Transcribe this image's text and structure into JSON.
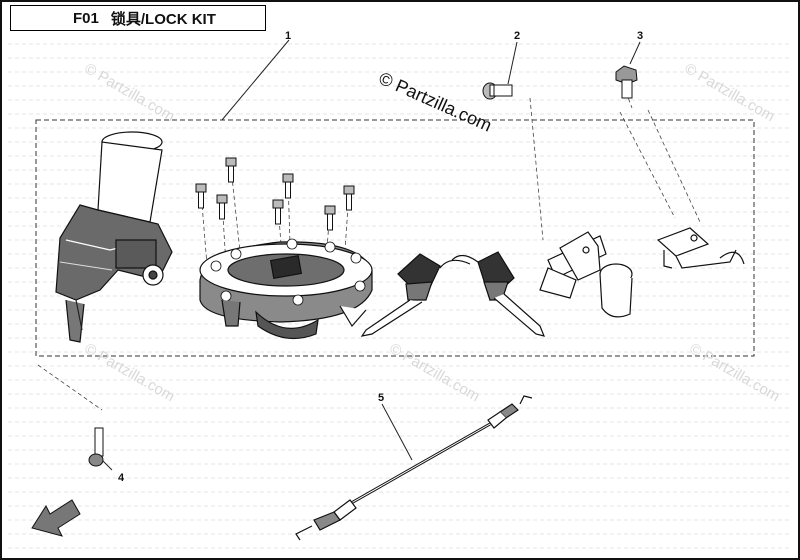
{
  "title": {
    "code": "F01",
    "text": "锁具/LOCK KIT"
  },
  "callouts": [
    "1",
    "2",
    "3",
    "4",
    "5"
  ],
  "watermark": {
    "main": "© Partzilla.com",
    "faint": "© Partzilla.com"
  },
  "fwd_label": "FWD",
  "colors": {
    "line": "#111111",
    "dash": "#555555",
    "grid": "#e4e4e4"
  }
}
